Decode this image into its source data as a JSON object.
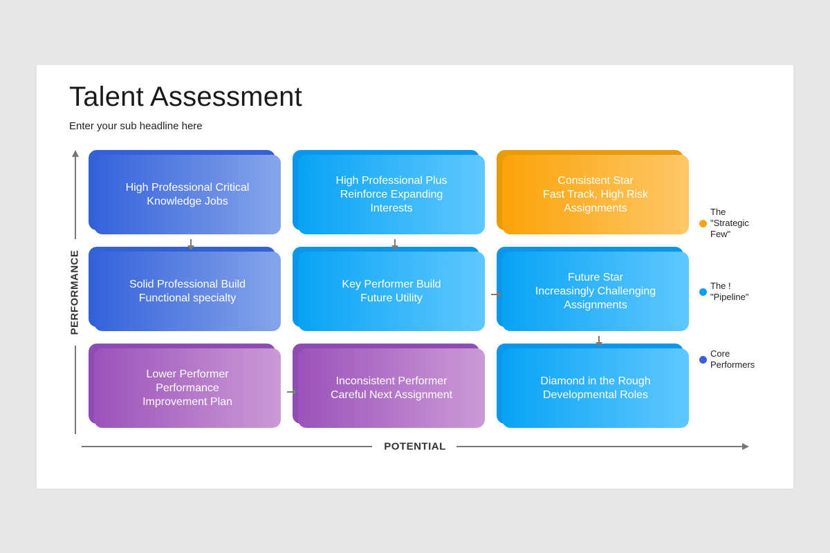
{
  "slide": {
    "title": "Talent Assessment",
    "subtitle": "Enter your sub headline here"
  },
  "axes": {
    "y_label": "PERFORMANCE",
    "x_label": "POTENTIAL"
  },
  "grid": {
    "rows": [
      [
        {
          "text": "High Professional Critical\nKnowledge Jobs",
          "color": "blue"
        },
        {
          "text": "High Professional Plus\nReinforce Expanding\nInterests",
          "color": "sky"
        },
        {
          "text": "Consistent Star\nFast Track, High Risk\nAssignments",
          "color": "orange"
        }
      ],
      [
        {
          "text": "Solid Professional Build\nFunctional specialty",
          "color": "blue"
        },
        {
          "text": "Key Performer Build\nFuture Utility",
          "color": "sky"
        },
        {
          "text": "Future Star\nIncreasingly Challenging\nAssignments",
          "color": "sky"
        }
      ],
      [
        {
          "text": "Lower Performer\nPerformance\nImprovement Plan",
          "color": "purple"
        },
        {
          "text": "Inconsistent Performer\nCareful Next Assignment",
          "color": "purple"
        },
        {
          "text": "Diamond in the Rough\nDevelopmental Roles",
          "color": "sky"
        }
      ]
    ]
  },
  "legend": [
    {
      "label": "The\n\"Strategic\nFew\"",
      "color": "#f6a20f"
    },
    {
      "label": "The !\n\"Pipeline\"",
      "color": "#0ea0ef"
    },
    {
      "label": "Core\nPerformers",
      "color": "#3a5fd6"
    }
  ],
  "colors": {
    "blue": "#3562db",
    "sky": "#08a3f5",
    "orange": "#fba308",
    "purple": "#9b52ba",
    "axis": "#777777"
  }
}
